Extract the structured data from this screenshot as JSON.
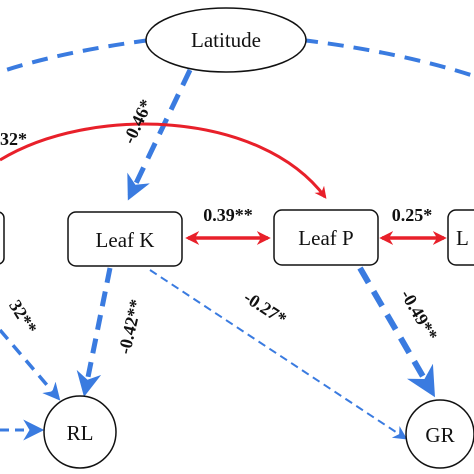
{
  "colors": {
    "negative_path": "#3a7be0",
    "positive_path": "#e8202a",
    "node_stroke": "#111111",
    "text": "#111111"
  },
  "nodes": {
    "latitude": "Latitude",
    "leaf_k": "Leaf K",
    "leaf_p": "Leaf P",
    "leaf_partial": "L",
    "rl": "RL",
    "gr": "GR"
  },
  "paths": {
    "latitude_to_leaf_k": "-0.46*",
    "left_to_leaf_p": "32*",
    "leaf_k_leaf_p": "0.39**",
    "leaf_p_leaf_partial": "0.25*",
    "leaf_k_to_rl": "-0.42**",
    "leaf_k_to_gr": "-0.27*",
    "leaf_p_to_gr": "-0.49**",
    "left_to_rl": "32**"
  }
}
